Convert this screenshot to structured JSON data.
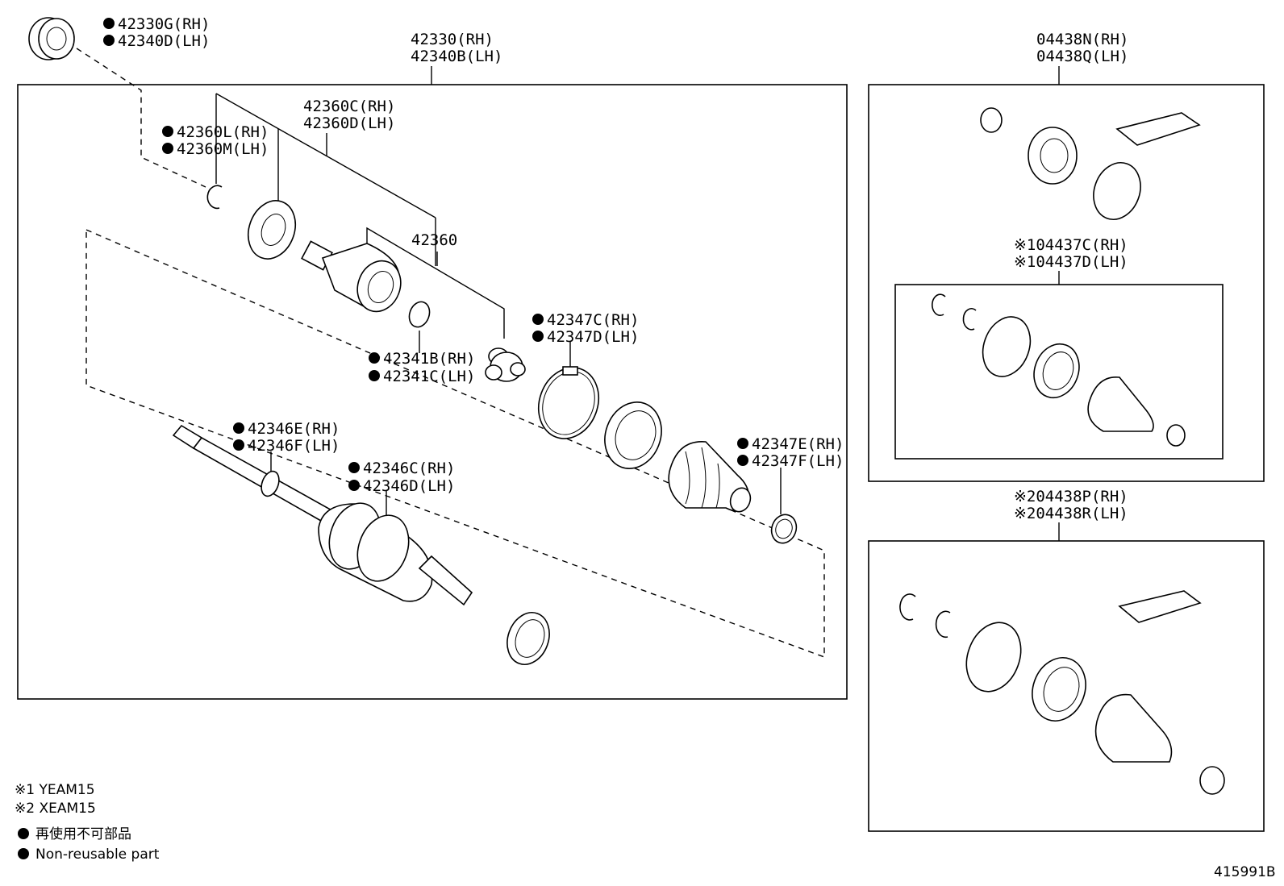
{
  "labels": {
    "l42330g": "42330G(RH)",
    "l42340d": "42340D(LH)",
    "l42330": "42330(RH)",
    "l42340b": "42340B(LH)",
    "l42360c": "42360C(RH)",
    "l42360d": "42360D(LH)",
    "l42360l": "42360L(RH)",
    "l42360m": "42360M(LH)",
    "l42360": "42360",
    "l42347c": "42347C(RH)",
    "l42347d": "42347D(LH)",
    "l42341b": "42341B(RH)",
    "l42341c": "42341C(LH)",
    "l42346e": "42346E(RH)",
    "l42346f": "42346F(LH)",
    "l42346c": "42346C(RH)",
    "l42346d": "42346D(LH)",
    "l42347e": "42347E(RH)",
    "l42347f": "42347F(LH)",
    "l04438n": "04438N(RH)",
    "l04438q": "04438Q(LH)",
    "l04437c": "※104437C(RH)",
    "l04437d": "※104437D(LH)",
    "l04438p": "※204438P(RH)",
    "l04438r": "※204438R(LH)"
  },
  "notes": {
    "n1": "※1 YEAM15",
    "n2": "※2 XEAM15",
    "n3": "再使用不可部品",
    "n4": "Non-reusable part"
  },
  "figure_id": "415991B"
}
